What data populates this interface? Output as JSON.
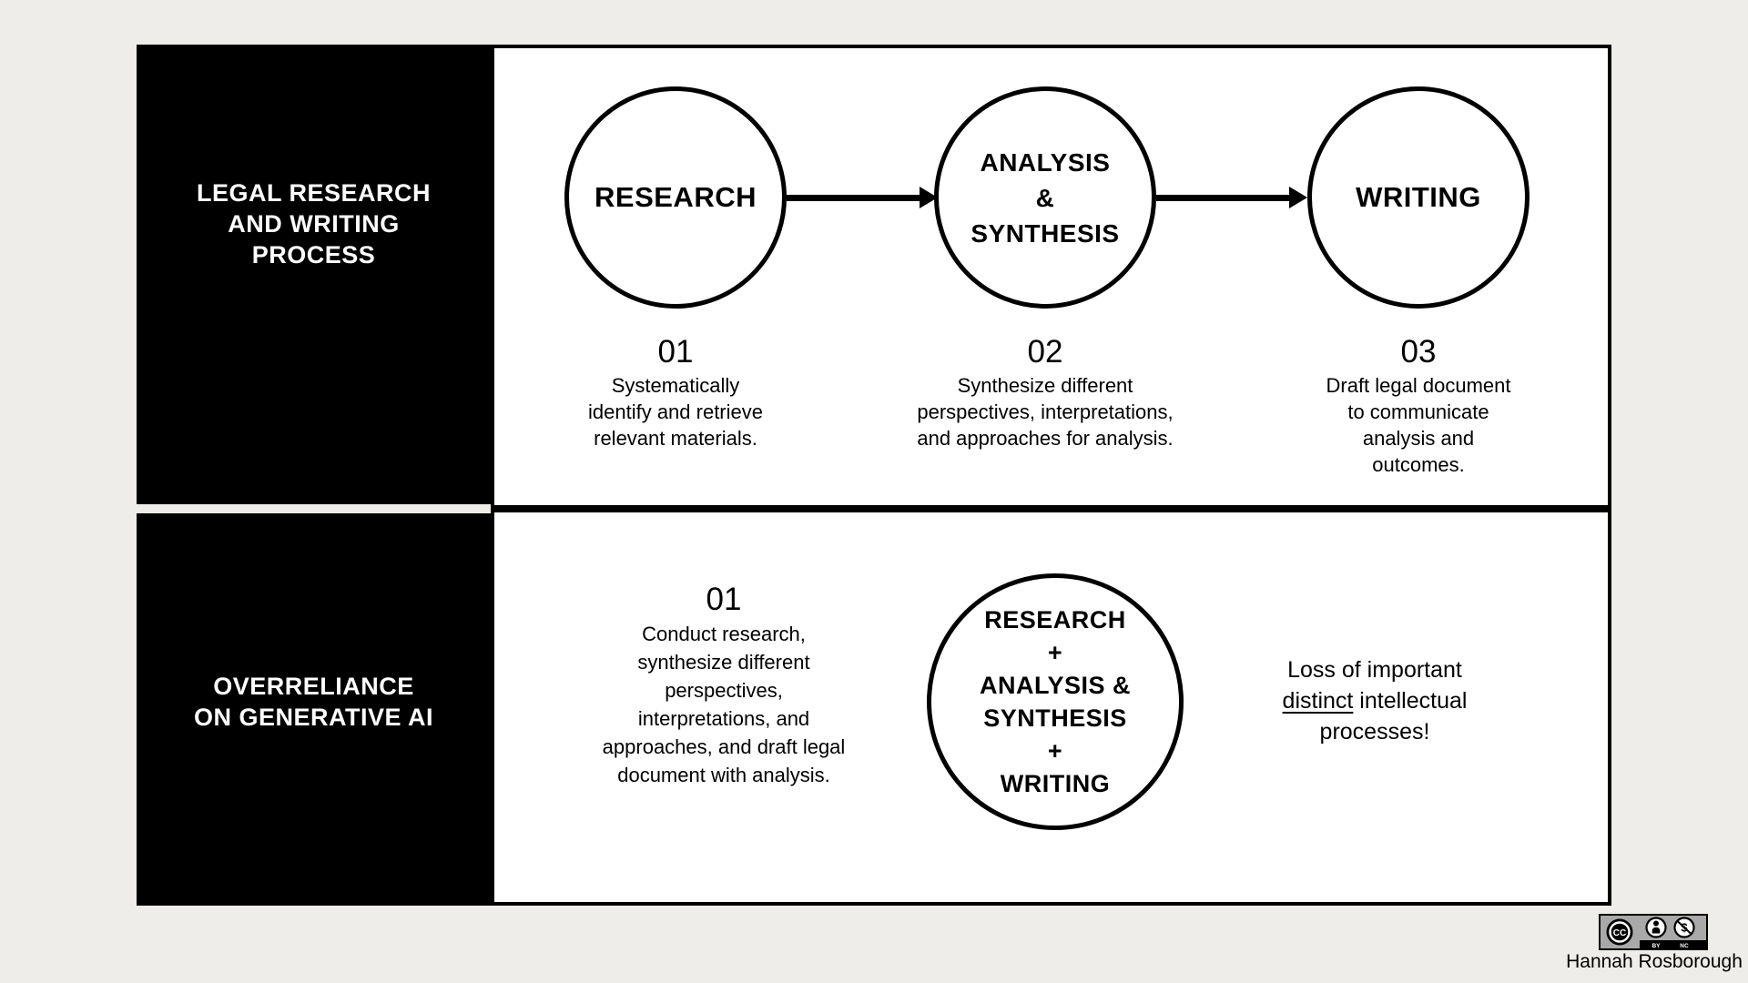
{
  "colors": {
    "background": "#efede9",
    "panel": "#ffffff",
    "ink": "#000000",
    "badge_gray": "#a9a9a9"
  },
  "top_section": {
    "sidebar_title": "LEGAL RESEARCH\nAND WRITING\nPROCESS",
    "steps": [
      {
        "circle_label": "RESEARCH",
        "number": "01",
        "description": "Systematically\nidentify and retrieve\nrelevant materials."
      },
      {
        "circle_label": "ANALYSIS\n&\nSYNTHESIS",
        "number": "02",
        "description": "Synthesize different\nperspectives, interpretations,\nand approaches for analysis."
      },
      {
        "circle_label": "WRITING",
        "number": "03",
        "description": "Draft legal document\nto communicate\nanalysis and\noutcomes."
      }
    ]
  },
  "bottom_section": {
    "sidebar_title": "OVERRELIANCE\nON GENERATIVE AI",
    "step_number": "01",
    "step_description": "Conduct research,\nsynthesize different\nperspectives,\ninterpretations, and\napproaches, and draft legal\ndocument with analysis.",
    "merged_circle_label": "RESEARCH\n+\nANALYSIS &\nSYNTHESIS\n+\nWRITING",
    "outcome": {
      "pre": "Loss of important\n",
      "underlined": "distinct",
      "post": " intellectual\nprocesses!"
    }
  },
  "attribution": {
    "license": {
      "cc": "CC",
      "by": "BY",
      "nc": "NC"
    },
    "author": "Hannah Rosborough"
  }
}
